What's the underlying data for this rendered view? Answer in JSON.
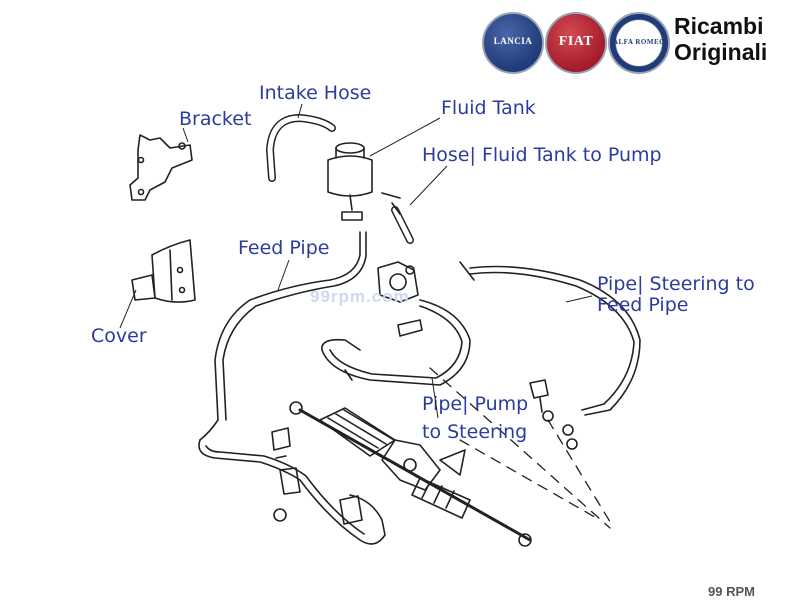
{
  "header": {
    "brand_line1": "Ricambi",
    "brand_line2": "Originali",
    "logos": [
      {
        "name": "lancia",
        "text": "LANCIA",
        "color": "#1f3b78"
      },
      {
        "name": "fiat",
        "text": "FIAT",
        "color": "#a41c2a"
      },
      {
        "name": "alfa-romeo",
        "text": "ALFA ROMEO",
        "color": "#1f3b78"
      }
    ]
  },
  "labels": {
    "intake_hose": "Intake Hose",
    "fluid_tank": "Fluid Tank",
    "bracket": "Bracket",
    "hose_tank_pump": "Hose| Fluid Tank to Pump",
    "feed_pipe": "Feed Pipe",
    "pipe_steering_1": "Pipe| Steering to",
    "pipe_steering_2": "Feed Pipe",
    "cover": "Cover",
    "pipe_pump_1": "Pipe| Pump",
    "pipe_pump_2": "to Steering"
  },
  "watermark": "99rpm.com",
  "footer_logo": "99 RPM",
  "colors": {
    "label": "#2b3c9e",
    "line": "#222222"
  }
}
